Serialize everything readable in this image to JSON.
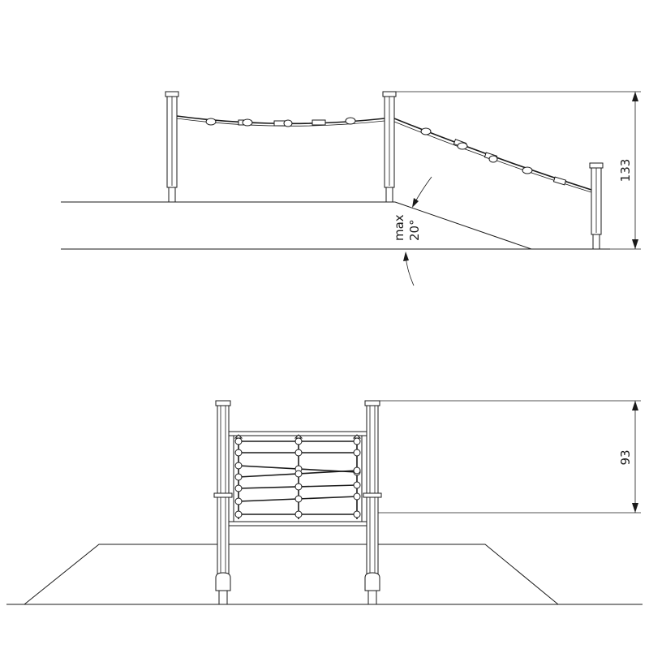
{
  "side_view": {
    "height_dimension": "133",
    "angle_label_line1": "max",
    "angle_label_line2": "20°"
  },
  "front_view": {
    "height_dimension": "93"
  }
}
